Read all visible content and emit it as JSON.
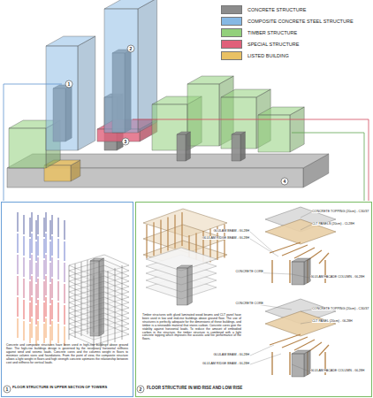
{
  "diagram": {
    "nodes": [
      {
        "text": [
          "FLOOR STRUCTURE IN UPPER SECTION OF TOWERS",
          "Concrete and composite structures have been used in high-rise buildings above ground floor. The high-rise buildings design is governed by the necessary horizontal stiffness against wind and seismic loads. Concrete cores and the columns weight in floors to minimize column sizes and foundations. From the point of view, the composite structure allows a light weight in floors and high strength concrete optimizes the relationship between cost and stiffness for vertical loads."
        ]
      },
      {
        "text": [
          "FLOOR STRUCTURE IN MID RISE AND LOW RISE",
          "Timber structures with glued laminated wood beams and CLT panel have been used in low and mid-rise buildings above ground floor. The use of structures is perfectly adequate for the dimensions of these buildings, and timber is a renewable material that stores carbon. Concrete cores give the stability against horizontal loads. To reduce the amount of embodied carbon in the structure, the timber structure is combined with a light concrete topping which improves the acoustic and fire performance of the floors."
        ]
      }
    ],
    "edges": [],
    "labels": [
      "1",
      "2",
      "3",
      "4",
      "1",
      "2",
      "CONCRETE TOPPING (20cm) - C30/37",
      "CLT PANELS (20cm) - CL28H",
      "GLULAM BEAM - GL28H",
      "GLULAM RIDGE BEAM - GL28H",
      "CONCRETE CORE",
      "GLULAM FACADE COLUMN - GL28H",
      "CONCRETE CORE",
      "CONCRETE TOPPING (20cm) - C30/37",
      "CLT PANEL (20cm) - GL28H",
      "GLULAM BEAM - GL28H",
      "GLULAM RIDGE BEAM - GL28H",
      "GLULAM FACADE COLUMN - GL28H"
    ],
    "legend": [
      {
        "text": "CONCRETE STRUCTURE",
        "color": "#8c8c8c"
      },
      {
        "text": "COMPOSITE CONCRETE STEEL STRUCTURE",
        "color": "#86b8e4"
      },
      {
        "text": "TIMBER STRUCTURE",
        "color": "#92d07c"
      },
      {
        "text": "SPECIAL STRUCTURE",
        "color": "#e0607a"
      },
      {
        "text": "LISTED BUILDING",
        "color": "#e9c164"
      }
    ]
  }
}
